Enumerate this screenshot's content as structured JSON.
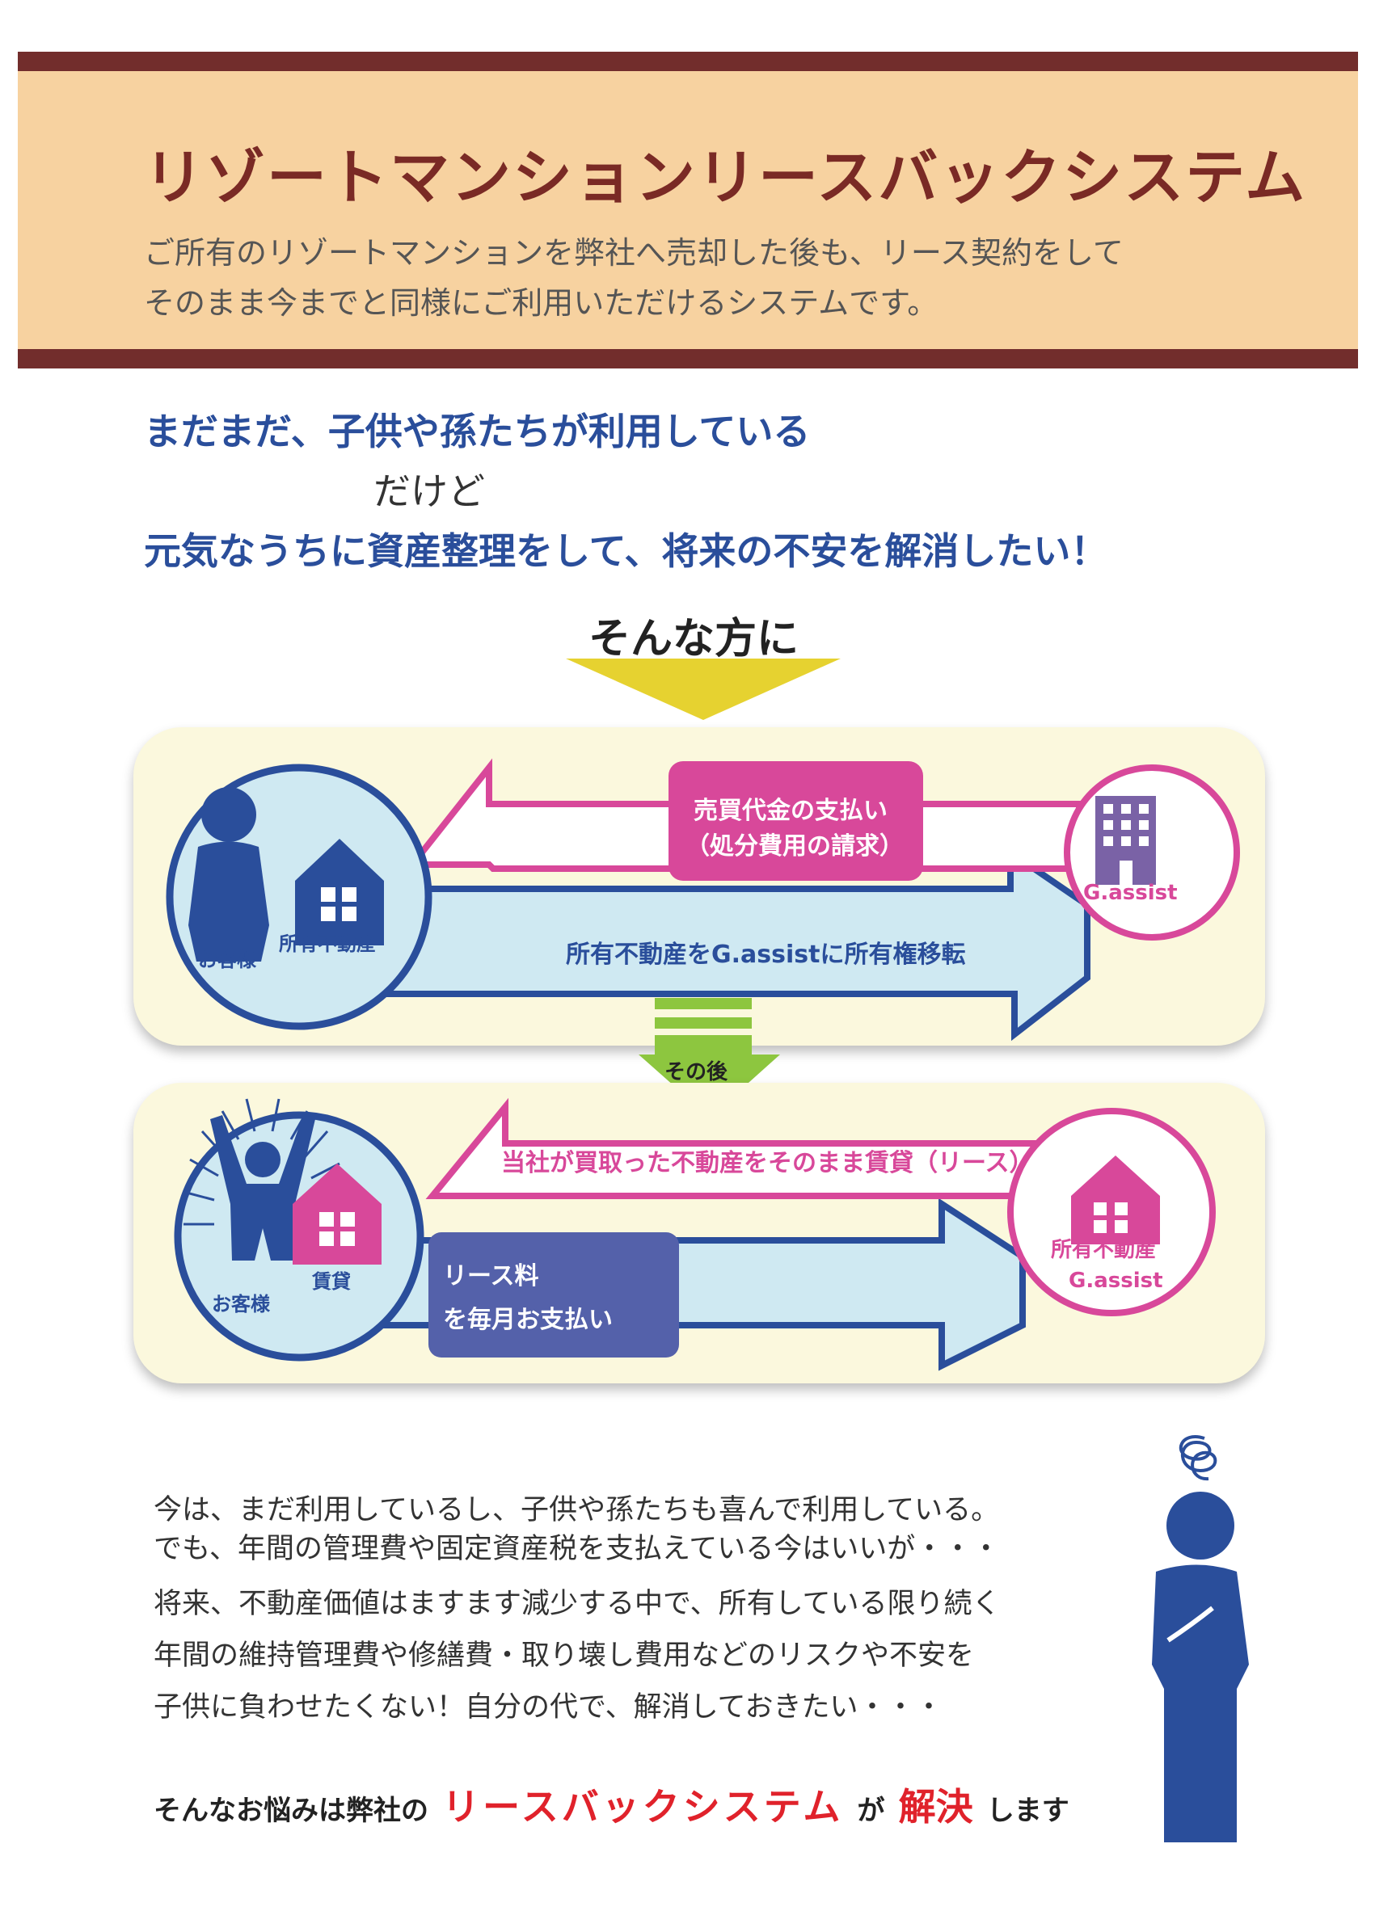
{
  "header": {
    "title": "リゾートマンションリースバックシステム",
    "intro_line1": "ご所有のリゾートマンションを弊社へ売却した後も、リース契約をして",
    "intro_line2": "そのまま今までと同様にご利用いただけるシステムです。"
  },
  "question": {
    "line1": "まだまだ、子供や孫たちが利用している",
    "line2": "だけど",
    "line3": "元気なうちに資産整理をして、将来の不安を解消したい！"
  },
  "sonna": "そんな方に",
  "panel1": {
    "payment_line1": "売買代金の支払い",
    "payment_line2": "（処分費用の請求）",
    "transfer": "所有不動産をG.assistに所有権移転",
    "customer": "お客様",
    "property": "所有不動産",
    "company": "G.assist"
  },
  "after": "その後",
  "panel2": {
    "lease_arrow": "当社が買取った不動産をそのまま賃貸（リース）",
    "lease_fee_line1": "リース料",
    "lease_fee_line2": "を毎月お支払い",
    "customer": "お客様",
    "rental": "賃貸",
    "property": "所有不動産",
    "company": "G.assist"
  },
  "body": {
    "line1": "今は、まだ利用しているし、子供や孫たちも喜んで利用している。",
    "line2": "でも、年間の管理費や固定資産税を支払えている今はいいが・・・",
    "line3": "将来、不動産価値はますます減少する中で、所有している限り続く",
    "line4": "年間の維持管理費や修繕費・取り壊し費用などのリスクや不安を",
    "line5": "子供に負わせたくない！自分の代で、解消しておきたい・・・"
  },
  "final": {
    "part1": "そんなお悩みは弊社の",
    "part2": "リースバックシステム",
    "part3": "が",
    "part4": "解決",
    "part5": "します"
  },
  "colors": {
    "maroon": "#722d2c",
    "peach": "#f7d2a0",
    "navy": "#2a4e9b",
    "pink": "#d8489a",
    "lightblue": "#cfe9f2",
    "purple": "#7a62a6",
    "red": "#e0222b",
    "green": "#8dc63f",
    "yellow": "#e6d230"
  },
  "icons": [
    "person-thinking-icon",
    "house-icon",
    "building-icon",
    "person-happy-icon",
    "scribble-worry-icon"
  ]
}
